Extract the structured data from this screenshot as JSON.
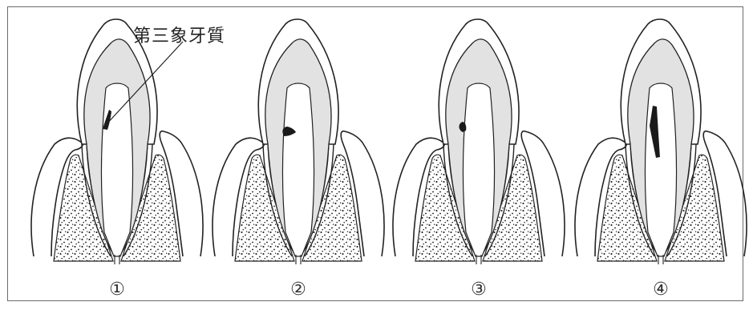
{
  "figure": {
    "annotation": "第三象牙質",
    "panels": [
      {
        "label": "①",
        "deposit": "upper-pulp-wall-inner"
      },
      {
        "label": "②",
        "deposit": "pulp-horn-left-blob"
      },
      {
        "label": "③",
        "deposit": "pulp-left-wall-blob"
      },
      {
        "label": "④",
        "deposit": "pulp-central-long-streak"
      }
    ]
  },
  "colors": {
    "outline": "#222222",
    "dentin_fill": "#e2e2e2",
    "tertiary_dentin": "#1a1a1a",
    "bone_stipple": "#111111",
    "frame": "#6a6a6a"
  }
}
